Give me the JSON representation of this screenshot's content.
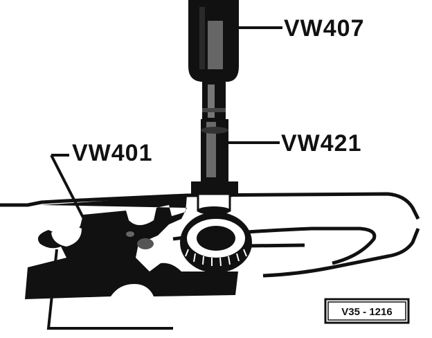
{
  "labels": {
    "top_tool": "VW407",
    "middle_tool": "VW421",
    "left_tool": "VW401"
  },
  "figure_ref": "V35 - 1216",
  "colors": {
    "ink": "#111111",
    "paper": "#ffffff"
  }
}
